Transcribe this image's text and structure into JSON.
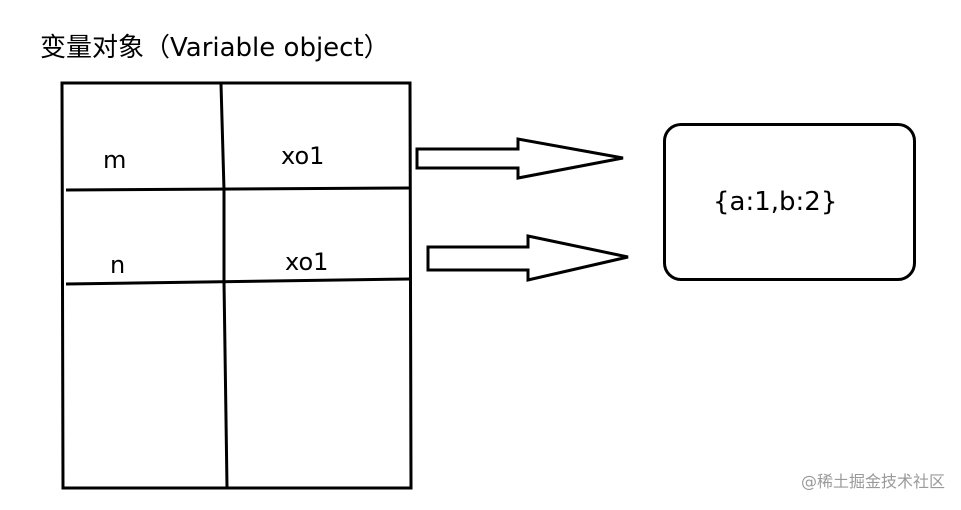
{
  "title": "变量对象（Variable object）",
  "variable_table": {
    "rows": [
      {
        "name": "m",
        "value": "xo1"
      },
      {
        "name": "n",
        "value": "xo1"
      }
    ]
  },
  "heap_object": {
    "text": "{a:1,b:2}"
  },
  "watermark": "@稀土掘金技术社区",
  "colors": {
    "stroke": "#000000",
    "background": "#ffffff",
    "watermark": "#9a9a9a"
  }
}
